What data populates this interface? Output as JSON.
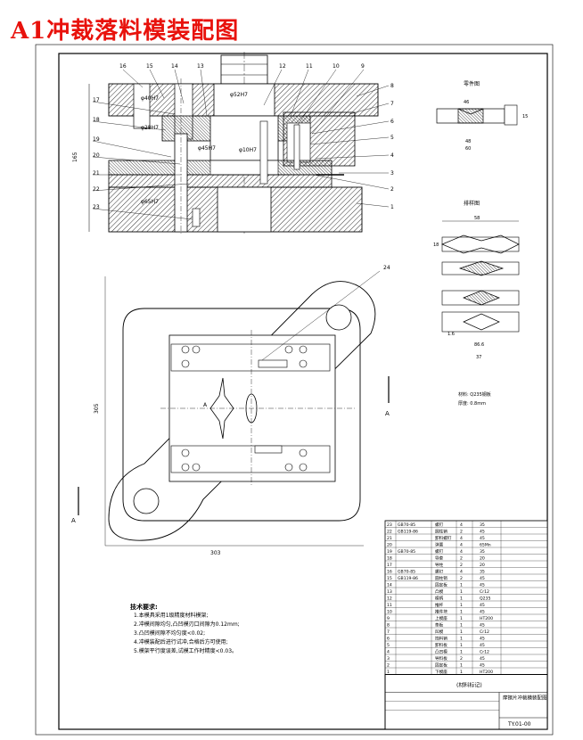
{
  "title": "A1冲裁落料模装配图",
  "colors": {
    "title": "#e8120c",
    "line": "#000000",
    "hatch": "#000000"
  },
  "part_callouts": [
    "16",
    "15",
    "14",
    "13",
    "12",
    "11",
    "10",
    "9",
    "8",
    "7",
    "6",
    "5",
    "4",
    "3",
    "2",
    "1",
    "17",
    "18",
    "19",
    "20",
    "21",
    "22",
    "23",
    "24"
  ],
  "section_dims": {
    "d1": "φ40H7",
    "d2": "φ28H7",
    "d3": "φ52H7",
    "d4": "φ45H7",
    "d5": "φ10H7",
    "d6": "φ65H7",
    "height": "165"
  },
  "plan_view": {
    "width": "303",
    "height": "305",
    "section_label": "A"
  },
  "part_view": {
    "title": "零件图",
    "dims": [
      "46",
      "48",
      "60",
      "15"
    ]
  },
  "layout_view": {
    "title": "排样图",
    "dims": [
      "58",
      "18",
      "1.6",
      "37",
      "86.6"
    ],
    "material": "材料: Q235钢板",
    "thickness": "厚度: 0.8mm"
  },
  "tech_notes": {
    "title": "技术要求:",
    "items": [
      "1.本模具采用1级精度材料模架;",
      "2.冲模间隙均匀,凸凹模刃口间隙为0.12mm;",
      "3.凸凹模间隙不均匀度<0.02;",
      "4.冲模装配后进行试冲,合格后方可使用;",
      "5.模架平行度误差,试模工作时精度<0.03。"
    ]
  },
  "parts_list": {
    "rows": [
      [
        "23",
        "GB70-85",
        "螺钉",
        "4",
        "35"
      ],
      [
        "22",
        "GB119-86",
        "圆柱销",
        "2",
        "45"
      ],
      [
        "21",
        "",
        "卸料螺钉",
        "4",
        "45"
      ],
      [
        "20",
        "",
        "弹簧",
        "4",
        "65Mn"
      ],
      [
        "19",
        "GB70-85",
        "螺钉",
        "4",
        "35"
      ],
      [
        "18",
        "",
        "导套",
        "2",
        "20"
      ],
      [
        "17",
        "",
        "导柱",
        "2",
        "20"
      ],
      [
        "16",
        "GB70-85",
        "螺钉",
        "4",
        "35"
      ],
      [
        "15",
        "GB119-86",
        "圆柱销",
        "2",
        "45"
      ],
      [
        "14",
        "",
        "固定板",
        "1",
        "45"
      ],
      [
        "13",
        "",
        "凸模",
        "1",
        "Cr12"
      ],
      [
        "12",
        "",
        "模柄",
        "1",
        "Q235"
      ],
      [
        "11",
        "",
        "推杆",
        "1",
        "45"
      ],
      [
        "10",
        "",
        "推件块",
        "1",
        "45"
      ],
      [
        "9",
        "",
        "上模座",
        "1",
        "HT200"
      ],
      [
        "8",
        "",
        "垫板",
        "1",
        "45"
      ],
      [
        "7",
        "",
        "凹模",
        "1",
        "Cr12"
      ],
      [
        "6",
        "",
        "挡料销",
        "1",
        "45"
      ],
      [
        "5",
        "",
        "卸料板",
        "1",
        "45"
      ],
      [
        "4",
        "",
        "凸凹模",
        "1",
        "Cr12"
      ],
      [
        "3",
        "",
        "导料板",
        "2",
        "45"
      ],
      [
        "2",
        "",
        "固定板",
        "1",
        "45"
      ],
      [
        "1",
        "",
        "下模座",
        "1",
        "HT200"
      ]
    ],
    "title_label": "(材料标记)",
    "drawing_name": "摩擦片冲裁模装配图",
    "drawing_number": "TY.01-00"
  }
}
